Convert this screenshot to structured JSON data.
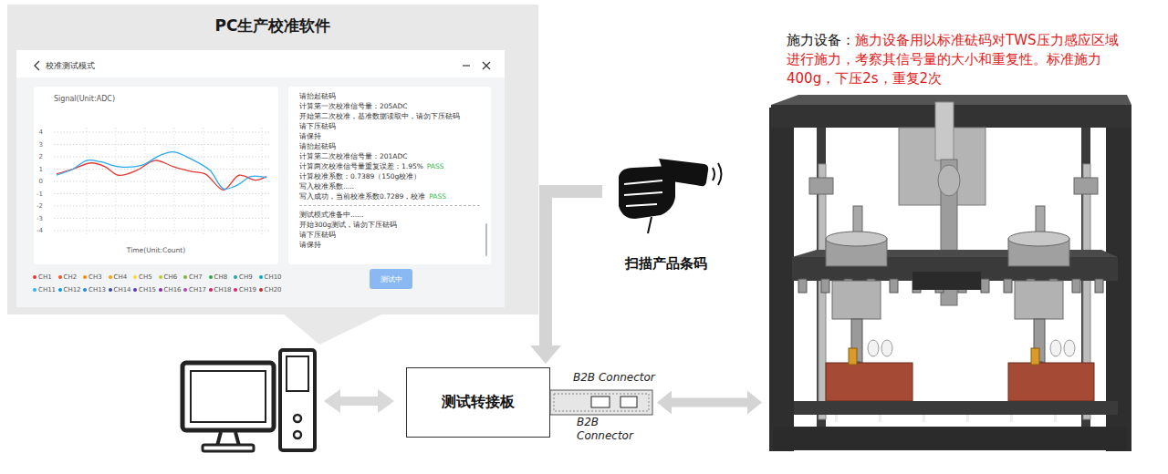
{
  "diagram": {
    "nodes": [
      {
        "text": [
          "PC生产校准软件"
        ]
      },
      {
        "text": [
          "校准测试模式"
        ],
        "in": 0
      },
      {
        "text": [
          "Signal(Unit:ADC)",
          "Time(Unit:Count)"
        ],
        "in": 1
      },
      {
        "text": [
          "请抬起砝码",
          "计算第一次校准信号量：205ADC",
          "开始第二次校准，基准数据读取中，请勿下压砝码",
          "请下压砝码",
          "请保持",
          "请抬起砝码",
          "计算第二次校准信号量：201ADC",
          "计算两次校准信号量重复误差：1.95%",
          "PASS",
          "计算校准系数：0.7389（150g校准）",
          "写入校准系数.....",
          "写入成功，当前校准系数0.7289，校准",
          "PASS",
          "测试模式准备中......",
          "开始300g测试，请勿下压砝码",
          "请下压砝码",
          "请保持"
        ],
        "in": 1
      },
      {
        "text": [
          "测试中"
        ],
        "in": 1
      },
      {
        "text": [
          "扫描产品条码"
        ]
      },
      {
        "text": [
          "测试转接板"
        ]
      },
      {
        "text": [
          "B2B Connector",
          "B2B Connector"
        ]
      },
      {
        "text": [
          "施力设备：",
          "施力设备用以标准砝码对TWS压力感应区域进行施力，考察其信号量的大小和重复性。标准施力400g，下压2s，重复2次"
        ]
      }
    ],
    "edges": [
      {
        "from": 5,
        "to": 6,
        "arrow": "to"
      },
      {
        "from": 7,
        "to": 8,
        "arrow": "both"
      }
    ],
    "labels": [
      "4",
      "3",
      "2",
      "1",
      "0",
      "-1",
      "-2",
      "-3",
      "-4"
    ],
    "legend": [
      {
        "text": "CH1",
        "color": "#e53935"
      },
      {
        "text": "CH2",
        "color": "#f4511e"
      },
      {
        "text": "CH3",
        "color": "#fb8c00"
      },
      {
        "text": "CH4",
        "color": "#ffa000"
      },
      {
        "text": "CH5",
        "color": "#fdd835"
      },
      {
        "text": "CH6",
        "color": "#c0ca33"
      },
      {
        "text": "CH7",
        "color": "#7cb342"
      },
      {
        "text": "CH8",
        "color": "#43a047"
      },
      {
        "text": "CH9",
        "color": "#26a69a"
      },
      {
        "text": "CH10",
        "color": "#00acc1"
      },
      {
        "text": "CH11",
        "color": "#29b6f6"
      },
      {
        "text": "CH12",
        "color": "#039be5"
      },
      {
        "text": "CH13",
        "color": "#1e88e5"
      },
      {
        "text": "CH14",
        "color": "#3949ab"
      },
      {
        "text": "CH15",
        "color": "#5e35b1"
      },
      {
        "text": "CH16",
        "color": "#8e24aa"
      },
      {
        "text": "CH17",
        "color": "#ab47bc"
      },
      {
        "text": "CH18",
        "color": "#d81b60"
      },
      {
        "text": "CH19",
        "color": "#e91e63"
      },
      {
        "text": "CH20",
        "color": "#c62828"
      }
    ]
  }
}
